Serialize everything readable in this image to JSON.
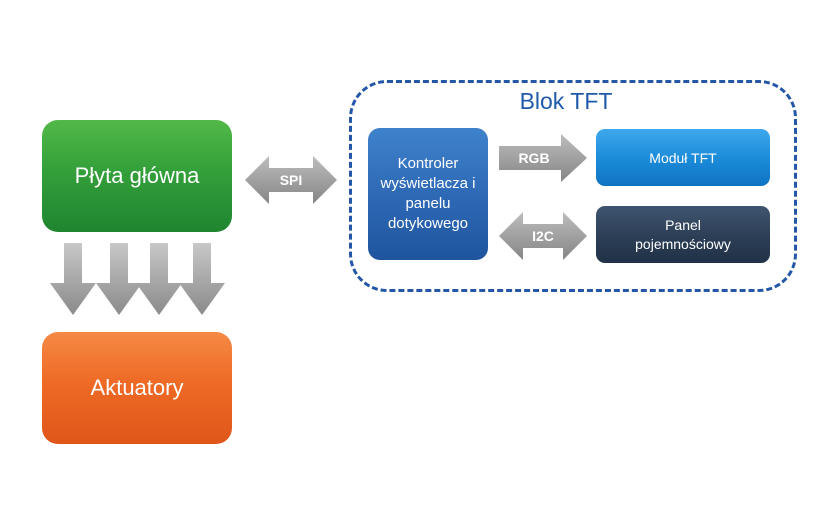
{
  "main_board": {
    "label": "Płyta główna"
  },
  "actuators": {
    "label": "Aktuatory"
  },
  "tft_block": {
    "title": "Blok TFT",
    "controller_label": "Kontroler wyświetlacza i panelu dotykowego",
    "tft_module_label": "Moduł TFT",
    "touch_panel_label": "Panel pojemnościowy"
  },
  "connections": {
    "spi": "SPI",
    "rgb": "RGB",
    "i2c": "I2C"
  },
  "colors": {
    "main_board": "#34a03a",
    "actuators": "#ee6a25",
    "controller": "#2d67b4",
    "tft_module": "#1a8ad8",
    "touch_panel": "#2c3e55",
    "dashed_border": "#2457a6",
    "arrow_gray": "#9a9a9a"
  }
}
